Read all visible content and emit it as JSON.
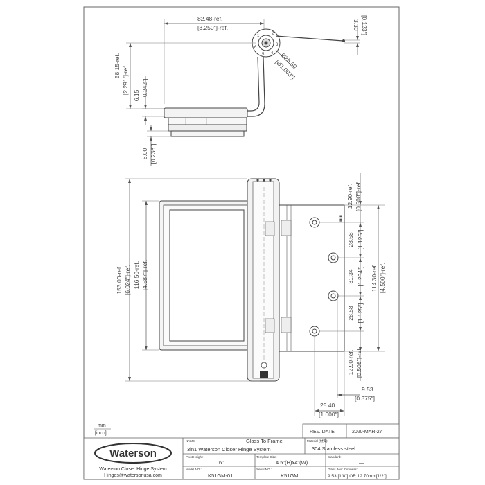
{
  "dimensions": {
    "top_width": "82.48-ref.",
    "top_width_in": "[3.250\"]-ref.",
    "right_thickness": "3.30",
    "right_thickness_in": "[0.123\"]",
    "left_height": "58.15-ref.",
    "left_height_in": "[2.291\"]-ref.",
    "mid_height": "6.15",
    "mid_height_in": "[0.242\"]",
    "dia": "Ø25.50",
    "dia_in": "[Ø1.003\"]",
    "base_height": "6.00",
    "base_height_in": "[0.236\"]",
    "overall_height": "153.00-ref.",
    "overall_height_in": "[6.024\"]-ref.",
    "glass_height": "116.50-ref.",
    "glass_height_in": "[4.587\"]-ref.",
    "top_edge": "12.90-ref.",
    "top_edge_in": "[0.508\"]-ref.",
    "hole1": "28.58",
    "hole1_in": "[1.125\"]",
    "hole2": "31.34",
    "hole2_in": "[1.234\"]",
    "hole3": "28.58",
    "hole3_in": "[1.125\"]",
    "plate_height": "114.30-ref.",
    "plate_height_in": "[4.500\"]-ref.",
    "bottom_edge": "12.90-ref.",
    "bottom_edge_in": "[0.508\"]-ref.",
    "edge_offset": "9.53",
    "edge_offset_in": "[0.375\"]",
    "hole_offset": "25.40",
    "hole_offset_in": "[1.000\"]"
  },
  "units": {
    "mm": "mm",
    "inch": "[inch]"
  },
  "title_block": {
    "rev_label": "REV. DATE",
    "rev_date": "2020-MAR-27",
    "logo": "Waterson",
    "company": "Waterson Closer Hinge System",
    "email": "Hinges@watersonusa.com",
    "name_label": "NAME:",
    "name_line1": "Glass To Frame",
    "name_line2": "3in1 Waterson Closer Hinge System",
    "material_label": "Material (材質):",
    "material": "304 Stainless steel",
    "pivot_label": "Pivot Height:",
    "pivot": "6\"",
    "template_label": "Template Size:",
    "template": "4.5\"(H)x4\"(W)",
    "standard_label": "Standard:",
    "standard": "—",
    "model_label": "Model NO.:",
    "model": "K51GM-01",
    "serial_label": "Serial NO.:",
    "serial": "K51GM",
    "glass_label": "Glass door thickness:",
    "glass": "9.53 [1/8\"] OR 12.70mm[1/2\"]"
  },
  "dial_numbers": [
    "1",
    "2",
    "3",
    "4",
    "5",
    "6"
  ]
}
